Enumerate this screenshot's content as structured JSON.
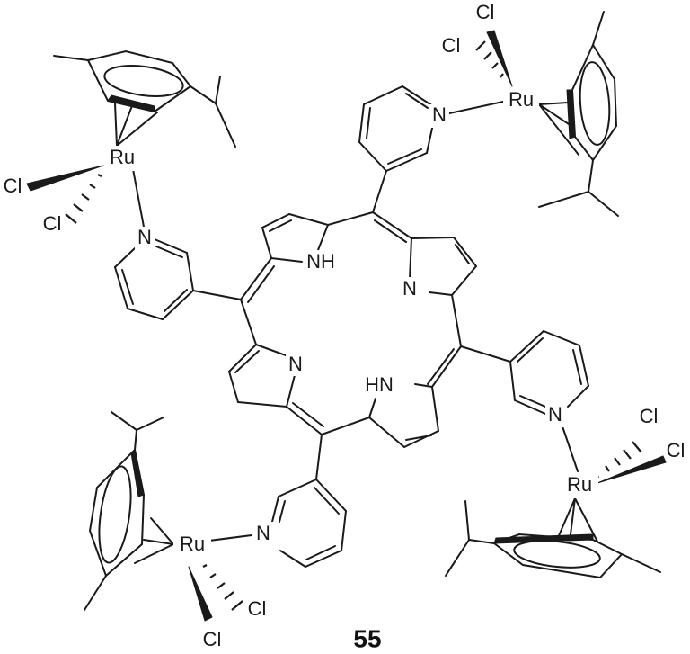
{
  "figure": {
    "compound_number": "55"
  },
  "atom_labels": {
    "nh_top": "NH",
    "n_right": "N",
    "n_left": "N",
    "hn_bottom": "HN",
    "pyr_n_top_left": "N",
    "pyr_n_top_right": "N",
    "pyr_n_right": "N",
    "pyr_n_bottom": "N",
    "ru_top_left": "Ru",
    "ru_top_right": "Ru",
    "ru_right": "Ru",
    "ru_bottom_left": "Ru",
    "cl_tl_1": "Cl",
    "cl_tl_2": "Cl",
    "cl_tr_1": "Cl",
    "cl_tr_2": "Cl",
    "cl_r_1": "Cl",
    "cl_r_2": "Cl",
    "cl_bl_1": "Cl",
    "cl_bl_2": "Cl"
  },
  "colors": {
    "ink": "#1a1a1a",
    "background": "#ffffff"
  }
}
